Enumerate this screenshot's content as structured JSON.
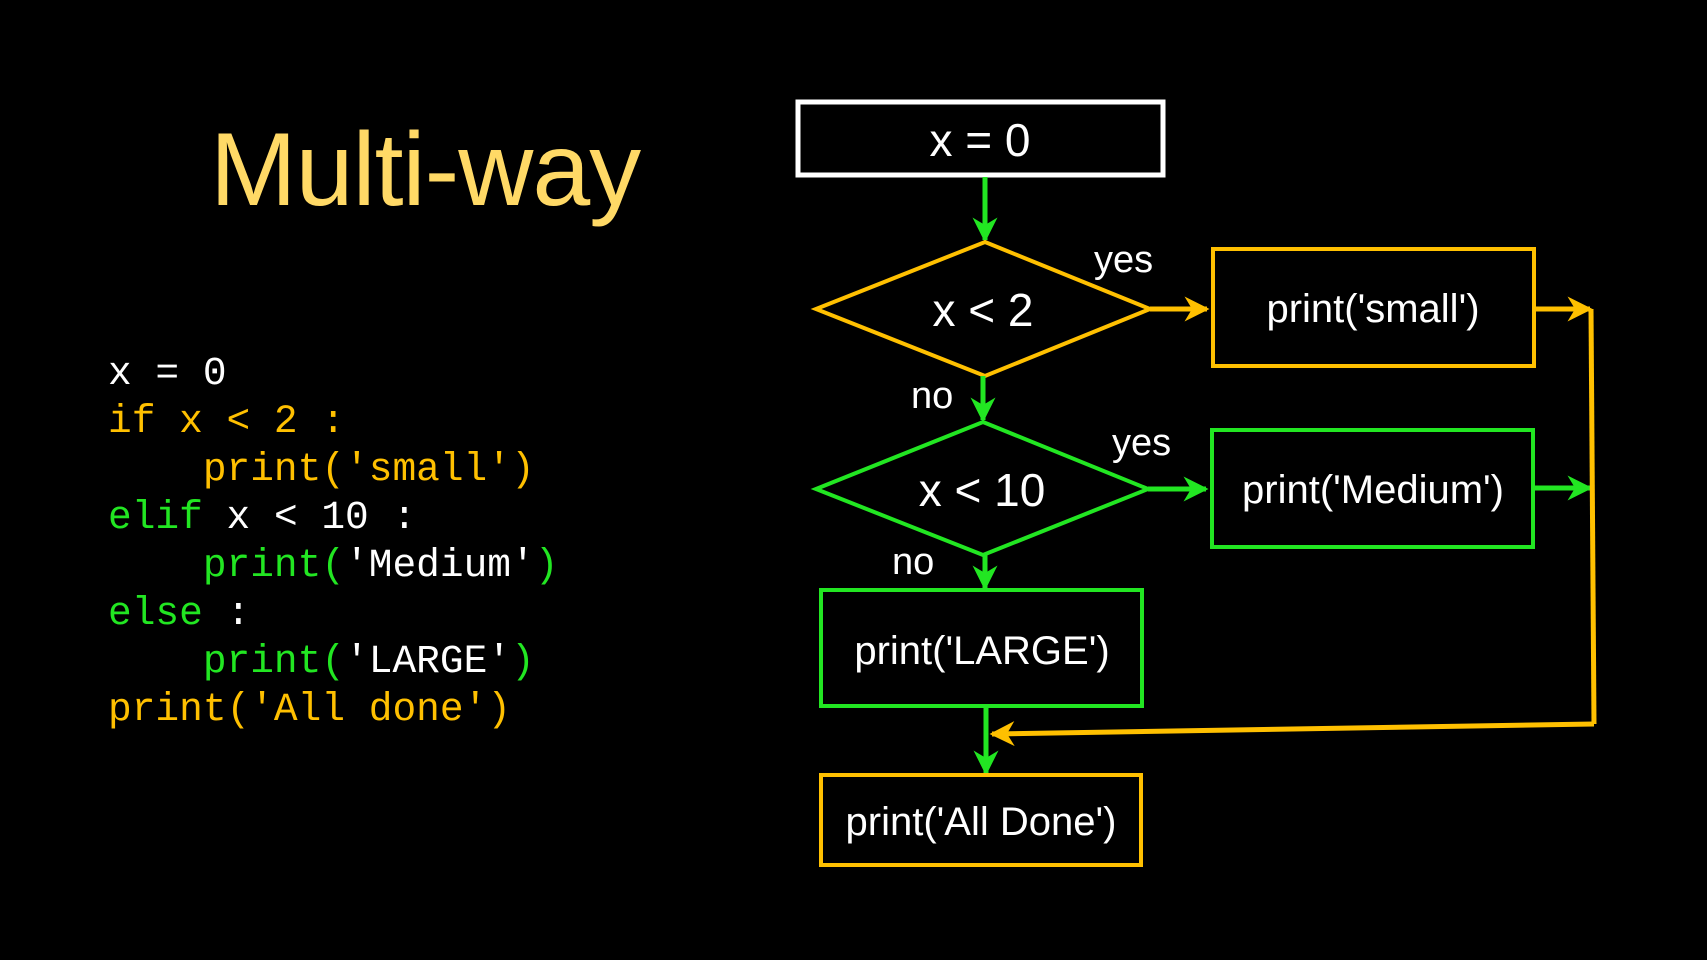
{
  "slide": {
    "title": "Multi-way",
    "colors": {
      "background": "#000000",
      "title": "#FFD966",
      "orange": "#FFC000",
      "green": "#22E622",
      "white": "#FFFFFF"
    }
  },
  "code": {
    "lines": [
      [
        {
          "text": "x = 0",
          "color": "white"
        }
      ],
      [
        {
          "text": "if x < 2 :",
          "color": "orange"
        }
      ],
      [
        {
          "text": "    print('small')",
          "color": "orange"
        }
      ],
      [
        {
          "text": "elif",
          "color": "green"
        },
        {
          "text": " x < 10 :",
          "color": "white"
        }
      ],
      [
        {
          "text": "    print(",
          "color": "green"
        },
        {
          "text": "'Medium'",
          "color": "white"
        },
        {
          "text": ")",
          "color": "green"
        }
      ],
      [
        {
          "text": "else",
          "color": "green"
        },
        {
          "text": " :",
          "color": "white"
        }
      ],
      [
        {
          "text": "    print(",
          "color": "green"
        },
        {
          "text": "'LARGE'",
          "color": "white"
        },
        {
          "text": ")",
          "color": "green"
        }
      ],
      [
        {
          "text": "print('All done')",
          "color": "orange"
        }
      ]
    ]
  },
  "flowchart": {
    "start": "x = 0",
    "decision1": "x < 2",
    "decision2": "x < 10",
    "box_small": "print('small')",
    "box_medium": "print('Medium')",
    "box_large": "print('LARGE')",
    "box_done": "print('All Done')",
    "yes1": "yes",
    "no1": "no",
    "yes2": "yes",
    "no2": "no"
  }
}
